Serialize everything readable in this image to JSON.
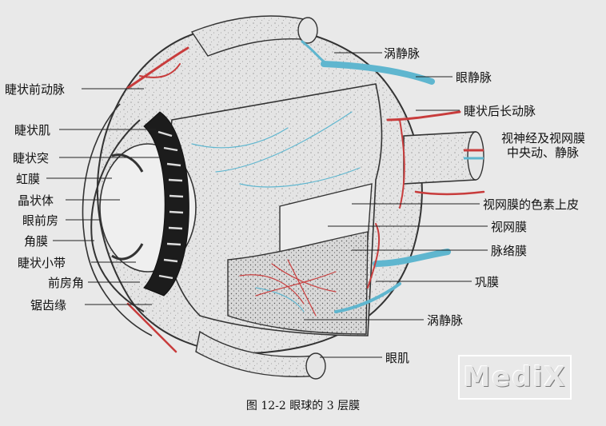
{
  "labels": {
    "wo_jing_mai_top": "涡静脉",
    "yan_jing_mai": "眼静脉",
    "jie_zhuang_qian_dong_mai": "睫状前动脉",
    "jie_zhuang_hou_chang_dong_mai": "睫状后长动脉",
    "jie_zhuang_ji": "睫状肌",
    "shi_shen_jing_line1": "视神经及视网膜",
    "shi_shen_jing_line2": "中央动、静脉",
    "jie_zhuang_tu": "睫状突",
    "hong_mo": "虹膜",
    "jing_zhuang_ti": "晶状体",
    "se_su_shang_pi": "视网膜的色素上皮",
    "yan_qian_fang": "眼前房",
    "shi_wang_mo": "视网膜",
    "jiao_mo": "角膜",
    "mai_luo_mo": "脉络膜",
    "jie_zhuang_xiao_dai": "睫状小带",
    "qian_fang_jiao": "前房角",
    "gong_mo": "巩膜",
    "ju_chi_yuan": "锯齿缘",
    "wo_jing_mai_bottom": "涡静脉",
    "yan_ji": "眼肌"
  },
  "caption": "图 12-2   眼球的 3 层膜",
  "watermark": "MediX",
  "colors": {
    "background": "#e9e9e9",
    "artery": "#c83c3c",
    "vein": "#5fb6cf",
    "retina_fill": "#e2e2e2",
    "leader_line": "#222222"
  }
}
